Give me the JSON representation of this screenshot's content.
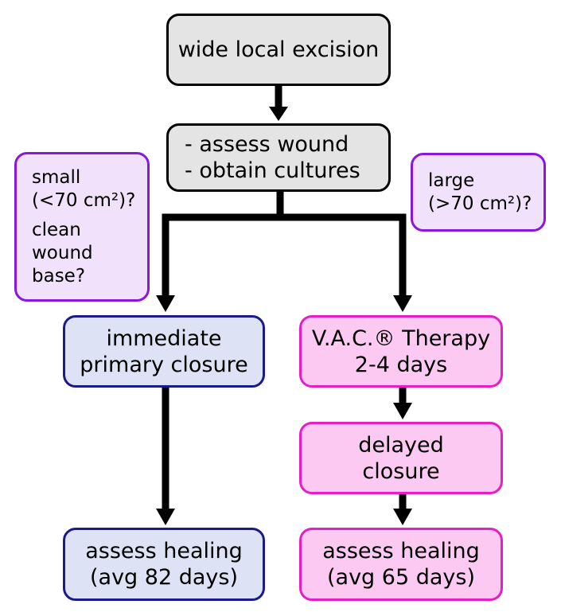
{
  "nodes": {
    "excision": {
      "lines": [
        "wide local excision"
      ],
      "color": "#000000",
      "fill": "#e4e4e4"
    },
    "assess": {
      "lines": [
        "- assess wound",
        "- obtain cultures"
      ],
      "color": "#000000",
      "fill": "#e4e4e4"
    },
    "small_criteria": {
      "size_lines": [
        "small",
        "(<70 cm²)?"
      ],
      "base_lines": [
        "clean",
        "wound",
        "base?"
      ],
      "color": "#8b16dc",
      "fill": "#f1e1fa"
    },
    "large_criteria": {
      "lines": [
        "large",
        "(>70 cm²)?"
      ],
      "color": "#8b16dc",
      "fill": "#f1e1fa"
    },
    "primary": {
      "lines": [
        "immediate",
        "primary closure"
      ],
      "color": "#1a1a8c",
      "fill": "#dde2f5"
    },
    "vac": {
      "lines": [
        "V.A.C.® Therapy",
        "2-4 days"
      ],
      "color": "#e51ec6",
      "fill": "#fbc9f1"
    },
    "delayed": {
      "lines": [
        "delayed",
        "closure"
      ],
      "color": "#e51ec6",
      "fill": "#fbc9f1"
    },
    "heal_left": {
      "lines": [
        "assess healing",
        "(avg 82 days)"
      ],
      "color": "#1a1a8c",
      "fill": "#dde2f5"
    },
    "heal_right": {
      "lines": [
        "assess healing",
        "(avg 65 days)"
      ],
      "color": "#e51ec6",
      "fill": "#fbc9f1"
    }
  },
  "edges": [
    {
      "from": "excision",
      "to": "assess"
    },
    {
      "from": "assess",
      "to": "primary"
    },
    {
      "from": "assess",
      "to": "vac"
    },
    {
      "from": "primary",
      "to": "heal_left"
    },
    {
      "from": "vac",
      "to": "delayed"
    },
    {
      "from": "delayed",
      "to": "heal_right"
    }
  ]
}
